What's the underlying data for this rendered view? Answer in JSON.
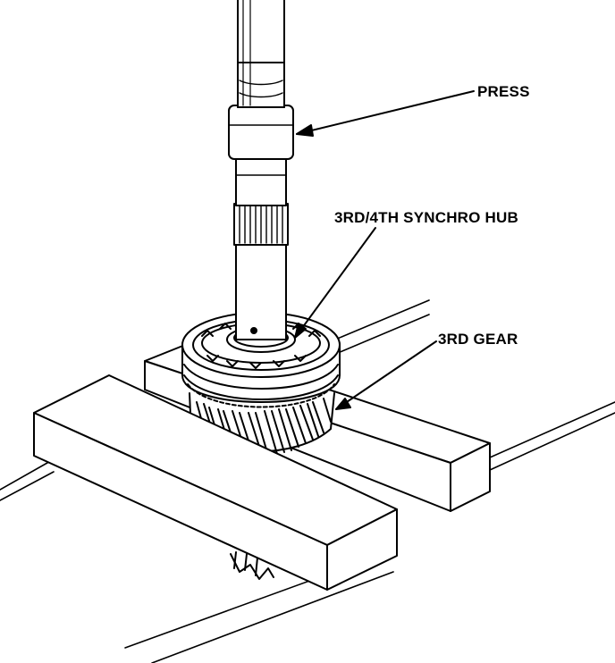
{
  "labels": {
    "press": "PRESS",
    "synchro_hub": "3RD/4TH SYNCHRO HUB",
    "third_gear": "3RD GEAR"
  }
}
